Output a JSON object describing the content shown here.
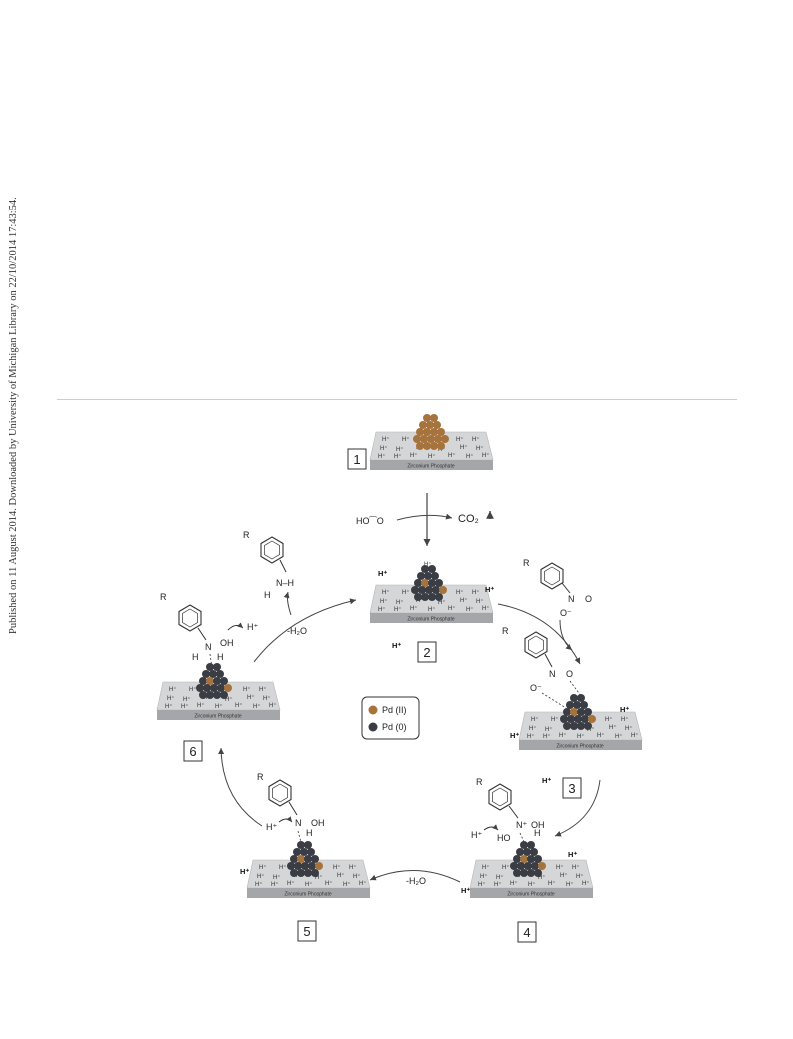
{
  "side_note": "Published on 11 August 2014. Downloaded by University of Michigan Library on 22/10/2014 17:43:54.",
  "scheme": {
    "support_label": "Zirconium Phosphate",
    "proton": "H⁺",
    "stage_numbers": [
      "1",
      "2",
      "3",
      "4",
      "5",
      "6"
    ],
    "formic_acid": "HO⁀O",
    "co2": "CO₂",
    "water_loss": "-H₂O",
    "legend": {
      "pd2": "Pd (II)",
      "pd0": "Pd (0)"
    },
    "colors": {
      "pd2": "#a7733d",
      "pd0": "#3b3d45",
      "slab_top": "#d5d6d8",
      "slab_front": "#9a9ca0",
      "arrow": "#444444"
    },
    "mol": {
      "R": "R",
      "N": "N",
      "O": "O",
      "OH": "OH",
      "HO": "HO",
      "H": "H",
      "Ominus": "O⁻",
      "Nplus": "N⁺",
      "NH": "N–H",
      "Hplus": "H⁺"
    }
  }
}
